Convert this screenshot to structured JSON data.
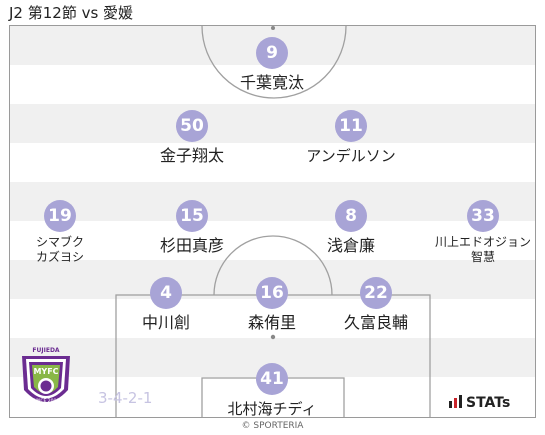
{
  "header": {
    "title": "J2 第12節 vs 愛媛"
  },
  "formation": "3-4-2-1",
  "players": [
    {
      "number": "9",
      "name": "千葉寛汰"
    },
    {
      "number": "50",
      "name": "金子翔太"
    },
    {
      "number": "11",
      "name": "アンデルソン"
    },
    {
      "number": "19",
      "name_line1": "シマブク",
      "name_line2": "カズヨシ"
    },
    {
      "number": "15",
      "name": "杉田真彦"
    },
    {
      "number": "8",
      "name": "浅倉廉"
    },
    {
      "number": "33",
      "name_line1": "川上エドオジョン",
      "name_line2": "智慧"
    },
    {
      "number": "4",
      "name": "中川創"
    },
    {
      "number": "16",
      "name": "森侑里"
    },
    {
      "number": "22",
      "name": "久富良輔"
    },
    {
      "number": "41",
      "name": "北村海チディ"
    }
  ],
  "logo": {
    "top_text": "FUJIEDA",
    "mid_text": "MYFC",
    "bottom_text": "SINCE 2009"
  },
  "stats_logo": "STATs",
  "copyright": "© SPORTERIA",
  "colors": {
    "number_circle": "#a8a4d6",
    "formation_text": "#c7c4e2",
    "logo_purple": "#6b2c91",
    "logo_green": "#8dc63f"
  }
}
